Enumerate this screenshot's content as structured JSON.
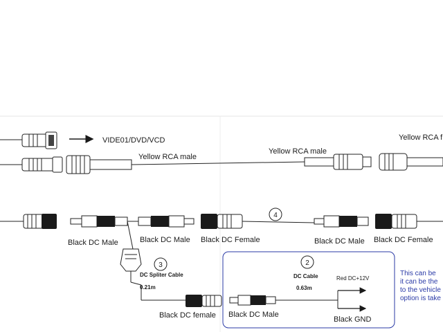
{
  "labels": {
    "video_source": "VIDE01/DVD/VCD",
    "yellow_rca_male_1": "Yellow RCA male",
    "yellow_rca_male_2": "Yellow RCA male",
    "yellow_rca_partial": "Yellow RCA f",
    "black_dc_male_1": "Black DC Male",
    "black_dc_male_2": "Black DC Male",
    "black_dc_female_1": "Black DC Female",
    "black_dc_male_3": "Black DC Male",
    "black_dc_female_2": "Black DC Female",
    "black_dc_female_small": "Black DC female",
    "black_dc_male_4": "Black DC Male",
    "black_gnd": "Black GND",
    "red_dc": "Red DC+12V"
  },
  "callouts": {
    "splitter": {
      "number": "3",
      "title": "DC Spliter Cable",
      "length": "0.21m"
    },
    "dc_cable": {
      "number": "2",
      "title": "DC Cable",
      "length": "0.63m"
    },
    "extension": {
      "number": "4"
    }
  },
  "note_lines": [
    "This can be",
    "it can be the",
    "to the vehicle",
    "option is take"
  ],
  "colors": {
    "box_border": "#2a3aa6",
    "note_text": "#2a3aa6"
  }
}
